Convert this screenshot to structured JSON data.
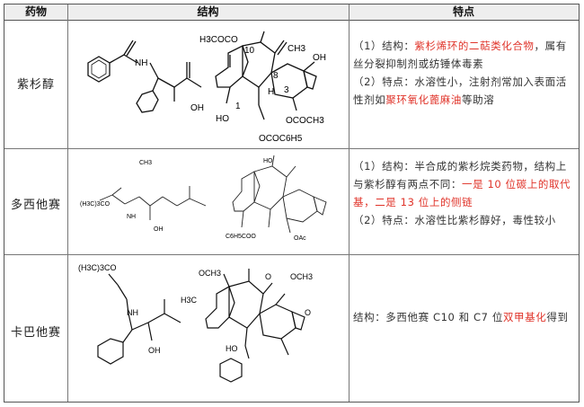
{
  "header": {
    "drug": "药物",
    "structure": "结构",
    "features": "特点"
  },
  "rows": [
    {
      "name": "紫杉醇",
      "s1_prefix": "（1）结构：",
      "s1_red": "紫杉烯环的二萜类化合物",
      "s1_suffix": "，属有丝分裂抑制剂或纺锤体毒素",
      "s2_prefix": "（2）特点：水溶性小，注射剂常加入表面活性剂如",
      "s2_red": "聚环氧化蓖麻油",
      "s2_suffix": "等助溶",
      "labels": {
        "ac10": "H3COCO",
        "n10": "10",
        "n8": "8",
        "n3": "3",
        "n1": "1",
        "nh": "NH",
        "oh1": "OH",
        "ho": "HO",
        "h": "H",
        "oac": "OCOCH3",
        "obz": "OCOC6H5",
        "ch3": "CH3",
        "oh2": "OH"
      }
    },
    {
      "name": "多西他赛",
      "s1_prefix": "（1）结构：半合成的紫杉烷类药物，结构上与紫杉醇有两点不同：",
      "s1_red": "一是 10 位碳上的取代基，二是 13 位上的侧链",
      "s2": "（2）特点：水溶性比紫杉醇好，毒性较小",
      "labels": {
        "boc": "(H3C)3CO",
        "nh": "NH",
        "oh": "OH",
        "ch3": "CH3",
        "obz": "C6H5COO",
        "oac": "OAc",
        "ho": "HO"
      }
    },
    {
      "name": "卡巴他赛",
      "s_prefix": "结构：多西他赛 C10 和 C7 位",
      "s_red": "双甲基化",
      "s_suffix": "得到",
      "labels": {
        "boc": "(H3C)3CO",
        "nh": "NH",
        "ome1": "OCH3",
        "ome2": "OCH3",
        "h3c": "H3C",
        "oh": "OH",
        "ho": "HO",
        "o1": "O",
        "o2": "O"
      }
    }
  ]
}
